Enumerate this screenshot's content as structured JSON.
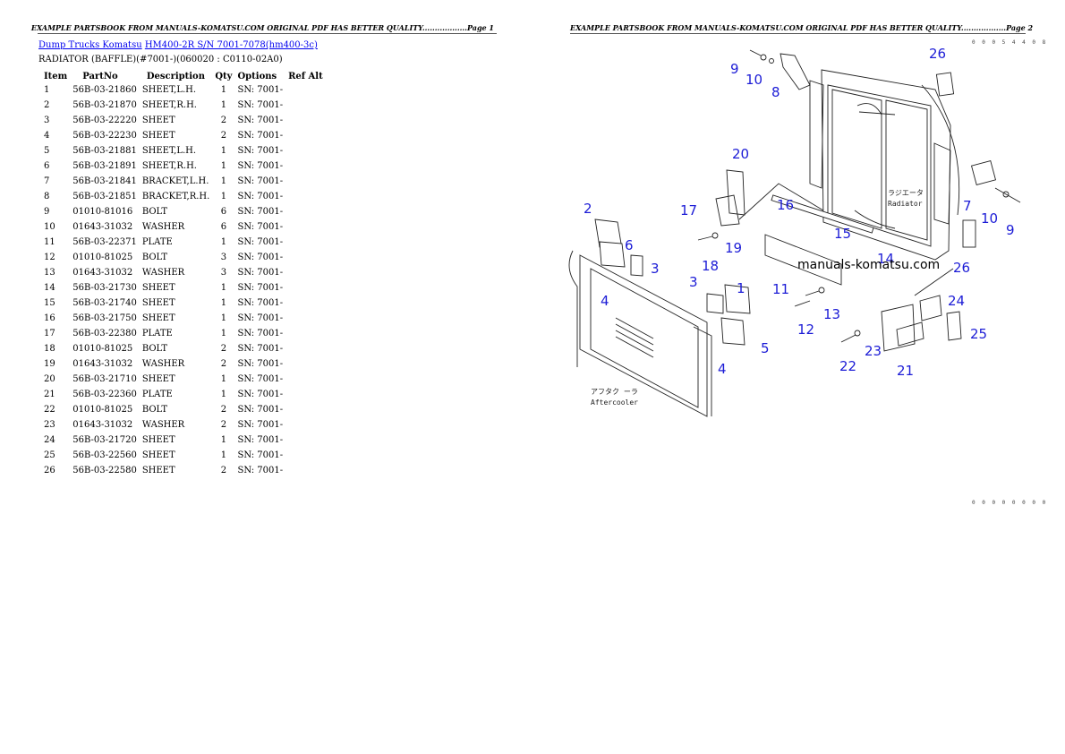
{
  "banner_left": "EXAMPLE PARTSBOOK FROM MANUALS-KOMATSU.COM ORIGINAL PDF HAS BETTER QUALITY..................Page 1",
  "banner_right": "EXAMPLE PARTSBOOK FROM MANUALS-KOMATSU.COM ORIGINAL PDF HAS BETTER QUALITY..................Page 2",
  "breadcrumb": {
    "link1": "Dump Trucks Komatsu",
    "link2": "HM400-2R S/N 7001-7078(hm400-3c)"
  },
  "subtitle": "RADIATOR (BAFFLE)(#7001-)(060020 : C0110-02A0)",
  "columns": [
    "Item",
    "PartNo",
    "Description",
    "Qty",
    "Options",
    "Ref Alt"
  ],
  "rows": [
    {
      "item": "1",
      "part": "56B-03-21860",
      "desc": "SHEET,L.H.",
      "qty": "1",
      "opt": "SN: 7001-"
    },
    {
      "item": "2",
      "part": "56B-03-21870",
      "desc": "SHEET,R.H.",
      "qty": "1",
      "opt": "SN: 7001-"
    },
    {
      "item": "3",
      "part": "56B-03-22220",
      "desc": "SHEET",
      "qty": "2",
      "opt": "SN: 7001-"
    },
    {
      "item": "4",
      "part": "56B-03-22230",
      "desc": "SHEET",
      "qty": "2",
      "opt": "SN: 7001-"
    },
    {
      "item": "5",
      "part": "56B-03-21881",
      "desc": "SHEET,L.H.",
      "qty": "1",
      "opt": "SN: 7001-"
    },
    {
      "item": "6",
      "part": "56B-03-21891",
      "desc": "SHEET,R.H.",
      "qty": "1",
      "opt": "SN: 7001-"
    },
    {
      "item": "7",
      "part": "56B-03-21841",
      "desc": "BRACKET,L.H.",
      "qty": "1",
      "opt": "SN: 7001-"
    },
    {
      "item": "8",
      "part": "56B-03-21851",
      "desc": "BRACKET,R.H.",
      "qty": "1",
      "opt": "SN: 7001-"
    },
    {
      "item": "9",
      "part": "01010-81016",
      "desc": "BOLT",
      "qty": "6",
      "opt": "SN: 7001-"
    },
    {
      "item": "10",
      "part": "01643-31032",
      "desc": "WASHER",
      "qty": "6",
      "opt": "SN: 7001-"
    },
    {
      "item": "11",
      "part": "56B-03-22371",
      "desc": "PLATE",
      "qty": "1",
      "opt": "SN: 7001-"
    },
    {
      "item": "12",
      "part": "01010-81025",
      "desc": "BOLT",
      "qty": "3",
      "opt": "SN: 7001-"
    },
    {
      "item": "13",
      "part": "01643-31032",
      "desc": "WASHER",
      "qty": "3",
      "opt": "SN: 7001-"
    },
    {
      "item": "14",
      "part": "56B-03-21730",
      "desc": "SHEET",
      "qty": "1",
      "opt": "SN: 7001-"
    },
    {
      "item": "15",
      "part": "56B-03-21740",
      "desc": "SHEET",
      "qty": "1",
      "opt": "SN: 7001-"
    },
    {
      "item": "16",
      "part": "56B-03-21750",
      "desc": "SHEET",
      "qty": "1",
      "opt": "SN: 7001-"
    },
    {
      "item": "17",
      "part": "56B-03-22380",
      "desc": "PLATE",
      "qty": "1",
      "opt": "SN: 7001-"
    },
    {
      "item": "18",
      "part": "01010-81025",
      "desc": "BOLT",
      "qty": "2",
      "opt": "SN: 7001-"
    },
    {
      "item": "19",
      "part": "01643-31032",
      "desc": "WASHER",
      "qty": "2",
      "opt": "SN: 7001-"
    },
    {
      "item": "20",
      "part": "56B-03-21710",
      "desc": "SHEET",
      "qty": "1",
      "opt": "SN: 7001-"
    },
    {
      "item": "21",
      "part": "56B-03-22360",
      "desc": "PLATE",
      "qty": "1",
      "opt": "SN: 7001-"
    },
    {
      "item": "22",
      "part": "01010-81025",
      "desc": "BOLT",
      "qty": "2",
      "opt": "SN: 7001-"
    },
    {
      "item": "23",
      "part": "01643-31032",
      "desc": "WASHER",
      "qty": "2",
      "opt": "SN: 7001-"
    },
    {
      "item": "24",
      "part": "56B-03-21720",
      "desc": "SHEET",
      "qty": "1",
      "opt": "SN: 7001-"
    },
    {
      "item": "25",
      "part": "56B-03-22560",
      "desc": "SHEET",
      "qty": "1",
      "opt": "SN: 7001-"
    },
    {
      "item": "26",
      "part": "56B-03-22580",
      "desc": "SHEET",
      "qty": "2",
      "opt": "SN: 7001-"
    }
  ],
  "diagram": {
    "code_top": "0 0 0 5 4 4 0 8",
    "code_bottom": "0 0 0 0 0 0 0 0",
    "watermark": "manuals-komatsu.com",
    "radiator_jp": "ラジエータ",
    "radiator_en": "Radiator",
    "aftercooler_jp": "アフタク ーラ",
    "aftercooler_en": "Aftercooler",
    "callouts": [
      "9",
      "10",
      "8",
      "26",
      "20",
      "17",
      "19",
      "18",
      "16",
      "15",
      "14",
      "2",
      "6",
      "3",
      "4",
      "1",
      "5",
      "4",
      "11",
      "13",
      "12",
      "7",
      "10",
      "9",
      "26",
      "24",
      "25",
      "23",
      "22",
      "21"
    ]
  }
}
